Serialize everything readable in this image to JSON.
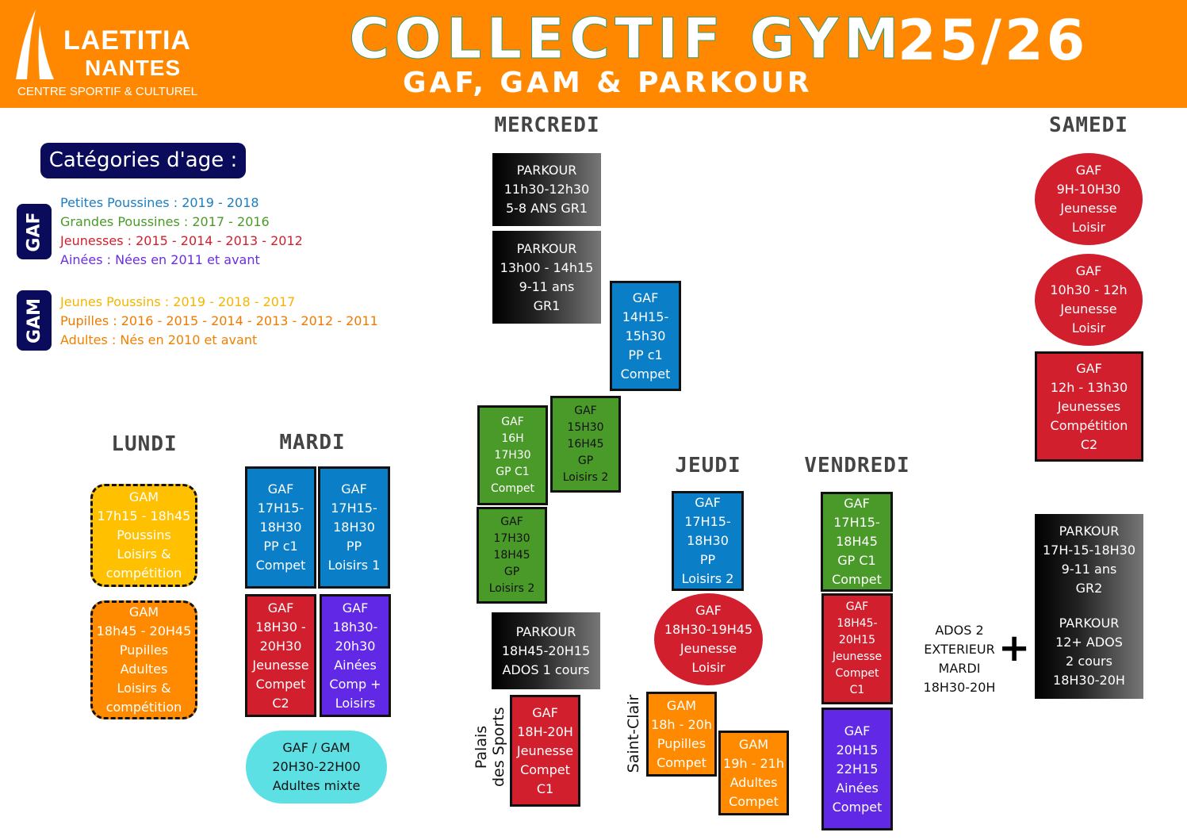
{
  "header": {
    "logo_line1": "LAETITIA",
    "logo_line2": "NANTES",
    "logo_line3": "CENTRE SPORTIF & CULTUREL",
    "title": "COLLECTIF GYM",
    "season": "25/26",
    "subtitle": "GAF, GAM & PARKOUR",
    "background": "#ff8800"
  },
  "legend": {
    "title": "Catégories d'age :",
    "gaf": {
      "tag": "GAF",
      "items": [
        {
          "text": "Petites Poussines : 2019 - 2018",
          "color": "#1a7ec0"
        },
        {
          "text": "Grandes Poussines : 2017 - 2016",
          "color": "#4a9a2a"
        },
        {
          "text": "Jeunesses : 2015 - 2014 - 2013 - 2012",
          "color": "#d0202e"
        },
        {
          "text": "Ainées : Nées en 2011 et avant",
          "color": "#6a2ee0"
        }
      ]
    },
    "gam": {
      "tag": "GAM",
      "items": [
        {
          "text": "Jeunes Poussins : 2019 - 2018 - 2017",
          "color": "#f5b400"
        },
        {
          "text": "Pupilles : 2016 - 2015 - 2014 - 2013 - 2012 - 2011",
          "color": "#f07a00"
        },
        {
          "text": "Adultes : Nés en 2010 et avant",
          "color": "#f08000"
        }
      ]
    }
  },
  "days": {
    "lundi": "LUNDI",
    "mardi": "MARDI",
    "mercredi": "MERCREDI",
    "jeudi": "JEUDI",
    "vendredi": "VENDREDI",
    "samedi": "SAMEDI"
  },
  "venues": {
    "palais": [
      "Palais",
      "des Sports"
    ],
    "saint_clair": "Saint-Clair"
  },
  "ados_note": [
    "ADOS 2",
    "EXTERIEUR",
    "MARDI",
    "18H30-20H"
  ],
  "plus_symbol": "+",
  "boxes": [
    {
      "id": "b-m1",
      "style": "dark",
      "lines": [
        "PARKOUR",
        "11h30-12h30",
        "5-8 ANS GR1"
      ]
    },
    {
      "id": "b-m2",
      "style": "dark",
      "lines": [
        "PARKOUR",
        "13h00 - 14h15",
        "9-11 ans",
        "GR1"
      ]
    },
    {
      "id": "b-m3",
      "style": "blue",
      "lines": [
        "GAF",
        "14H15-",
        "15h30",
        "PP c1",
        "Compet"
      ]
    },
    {
      "id": "b-m4",
      "style": "green small",
      "lines": [
        "GAF",
        "16H",
        "17H30",
        "GP C1",
        "Compet"
      ]
    },
    {
      "id": "b-m5",
      "style": "green dk small",
      "lines": [
        "GAF",
        "15H30",
        "16H45",
        "GP",
        "Loisirs 2"
      ]
    },
    {
      "id": "b-m6",
      "style": "green dk small",
      "lines": [
        "GAF",
        "17H30",
        "18H45",
        "GP",
        "Loisirs 2"
      ]
    },
    {
      "id": "b-m7",
      "style": "dark",
      "lines": [
        "PARKOUR",
        "18H45-20H15",
        "ADOS 1 cours"
      ]
    },
    {
      "id": "b-m8",
      "style": "red",
      "lines": [
        "GAF",
        "18H-20H",
        "Jeunesse",
        "Compet",
        "C1"
      ]
    },
    {
      "id": "b-l1",
      "style": "yellow dashed",
      "lines": [
        "GAM",
        "17h15 - 18h45",
        "Poussins",
        "Loisirs &",
        "compétition"
      ]
    },
    {
      "id": "b-l2",
      "style": "orange dashed",
      "lines": [
        "GAM",
        "18h45 - 20H45",
        "Pupilles",
        "Adultes",
        "Loisirs &",
        "compétition"
      ]
    },
    {
      "id": "b-t1",
      "style": "blue",
      "lines": [
        "GAF",
        "17H15-",
        "18H30",
        "PP c1",
        "Compet"
      ]
    },
    {
      "id": "b-t2",
      "style": "blue",
      "lines": [
        "GAF",
        "17H15-",
        "18H30",
        "PP",
        "Loisirs 1"
      ]
    },
    {
      "id": "b-t3",
      "style": "red",
      "lines": [
        "GAF",
        "18H30 -",
        "20H30",
        "Jeunesse",
        "Compet",
        "C2"
      ]
    },
    {
      "id": "b-t4",
      "style": "purple",
      "lines": [
        "GAF",
        "18h30-",
        "20h30",
        "Ainées",
        "Comp +",
        "Loisirs"
      ]
    },
    {
      "id": "b-t5",
      "style": "cyan",
      "lines": [
        "GAF / GAM",
        "20H30-22H00",
        "Adultes mixte"
      ]
    },
    {
      "id": "b-j1",
      "style": "blue",
      "lines": [
        "GAF",
        "17H15-",
        "18H30",
        "PP",
        "Loisirs 2"
      ]
    },
    {
      "id": "b-j2",
      "style": "red circle",
      "lines": [
        "GAF",
        "18H30-19H45",
        "Jeunesse",
        "Loisir"
      ]
    },
    {
      "id": "b-j3",
      "style": "orange",
      "lines": [
        "GAM",
        "18h - 20h",
        "Pupilles",
        "Compet"
      ]
    },
    {
      "id": "b-j4",
      "style": "orange",
      "lines": [
        "GAM",
        "19h - 21h",
        "Adultes",
        "Compet"
      ]
    },
    {
      "id": "b-v1",
      "style": "green",
      "lines": [
        "GAF",
        "17H15-",
        "18H45",
        "GP C1",
        "Compet"
      ]
    },
    {
      "id": "b-v2",
      "style": "red small",
      "lines": [
        "GAF",
        "18H45-",
        "20H15",
        "Jeunesse",
        "Compet",
        "C1"
      ]
    },
    {
      "id": "b-v3",
      "style": "purple",
      "lines": [
        "GAF",
        "20H15",
        "22H15",
        "Ainées",
        "Compet"
      ]
    },
    {
      "id": "b-s1",
      "style": "red circle",
      "lines": [
        "GAF",
        "9H-10H30",
        "Jeunesse",
        "Loisir"
      ]
    },
    {
      "id": "b-s2",
      "style": "red circle",
      "lines": [
        "GAF",
        "10h30 - 12h",
        "Jeunesse",
        "Loisir"
      ]
    },
    {
      "id": "b-s3",
      "style": "red",
      "lines": [
        "GAF",
        "12h - 13h30",
        "Jeunesses",
        "Compétition",
        "C2"
      ]
    },
    {
      "id": "b-s4",
      "style": "dark",
      "lines": [
        "PARKOUR",
        "17H-15-18H30",
        "9-11 ans",
        "GR2"
      ]
    },
    {
      "id": "b-s5",
      "style": "dark",
      "lines": [
        "PARKOUR",
        "12+ ADOS",
        "2 cours",
        "18H30-20H"
      ]
    }
  ]
}
